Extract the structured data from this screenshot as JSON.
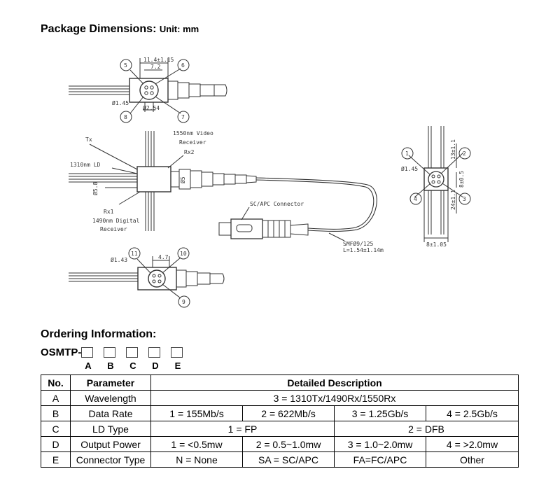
{
  "package": {
    "title": "Package Dimensions:",
    "unit": "Unit: mm"
  },
  "drawing": {
    "top_view": {
      "dim_width": "11.4±1.15",
      "dim_inner": "7.2",
      "dim_pin_dia": "Ø1.45",
      "dim_pitch": "Ø2.54",
      "callouts": [
        "5",
        "6",
        "8",
        "7"
      ]
    },
    "side_view": {
      "label_tx": "Tx",
      "label_video": "1550nm Video",
      "label_video2": "Receiver",
      "label_rx2": "Rx2",
      "label_ld": "1310nm LD",
      "label_dia": "Ø5.8",
      "label_rx1": "Rx1",
      "label_digital": "1490nm Digital",
      "label_digital2": "Receiver",
      "label_sc": "SC/APC Connector",
      "label_smf": "SMFØ9/125",
      "label_len": "L=1.54±1.14m",
      "label_body": "Ø5"
    },
    "bottom_view": {
      "dim_pin_dia": "Ø1.43",
      "dim_inner": "4.7",
      "callouts": [
        "11",
        "10",
        "9"
      ]
    },
    "end_view": {
      "dim_pin_dia": "Ø1.45",
      "dim_top": "13±1.1",
      "dim_mid": "8±0.5",
      "dim_bottom": "24±1.1",
      "dim_width": "8±1.05",
      "callouts": [
        "1",
        "2",
        "4",
        "3"
      ]
    }
  },
  "ordering": {
    "title": "Ordering Information:",
    "prefix": "OSMTP-",
    "letters": [
      "A",
      "B",
      "C",
      "D",
      "E"
    ]
  },
  "table": {
    "headers": [
      "No.",
      "Parameter",
      "Detailed Description"
    ],
    "rows": [
      {
        "no": "A",
        "param": "Wavelength",
        "desc": [
          "3 = 1310Tx/1490Rx/1550Rx"
        ]
      },
      {
        "no": "B",
        "param": "Data Rate",
        "desc": [
          "1 = 155Mb/s",
          "2 = 622Mb/s",
          "3 = 1.25Gb/s",
          "4 = 2.5Gb/s"
        ]
      },
      {
        "no": "C",
        "param": "LD Type",
        "desc": [
          "1 = FP",
          "2 = DFB"
        ]
      },
      {
        "no": "D",
        "param": "Output Power",
        "desc": [
          "1 = <0.5mw",
          "2 = 0.5~1.0mw",
          "3 = 1.0~2.0mw",
          "4 = >2.0mw"
        ]
      },
      {
        "no": "E",
        "param": "Connector Type",
        "desc": [
          "N = None",
          "SA = SC/APC",
          "FA=FC/APC",
          "Other"
        ]
      }
    ]
  }
}
